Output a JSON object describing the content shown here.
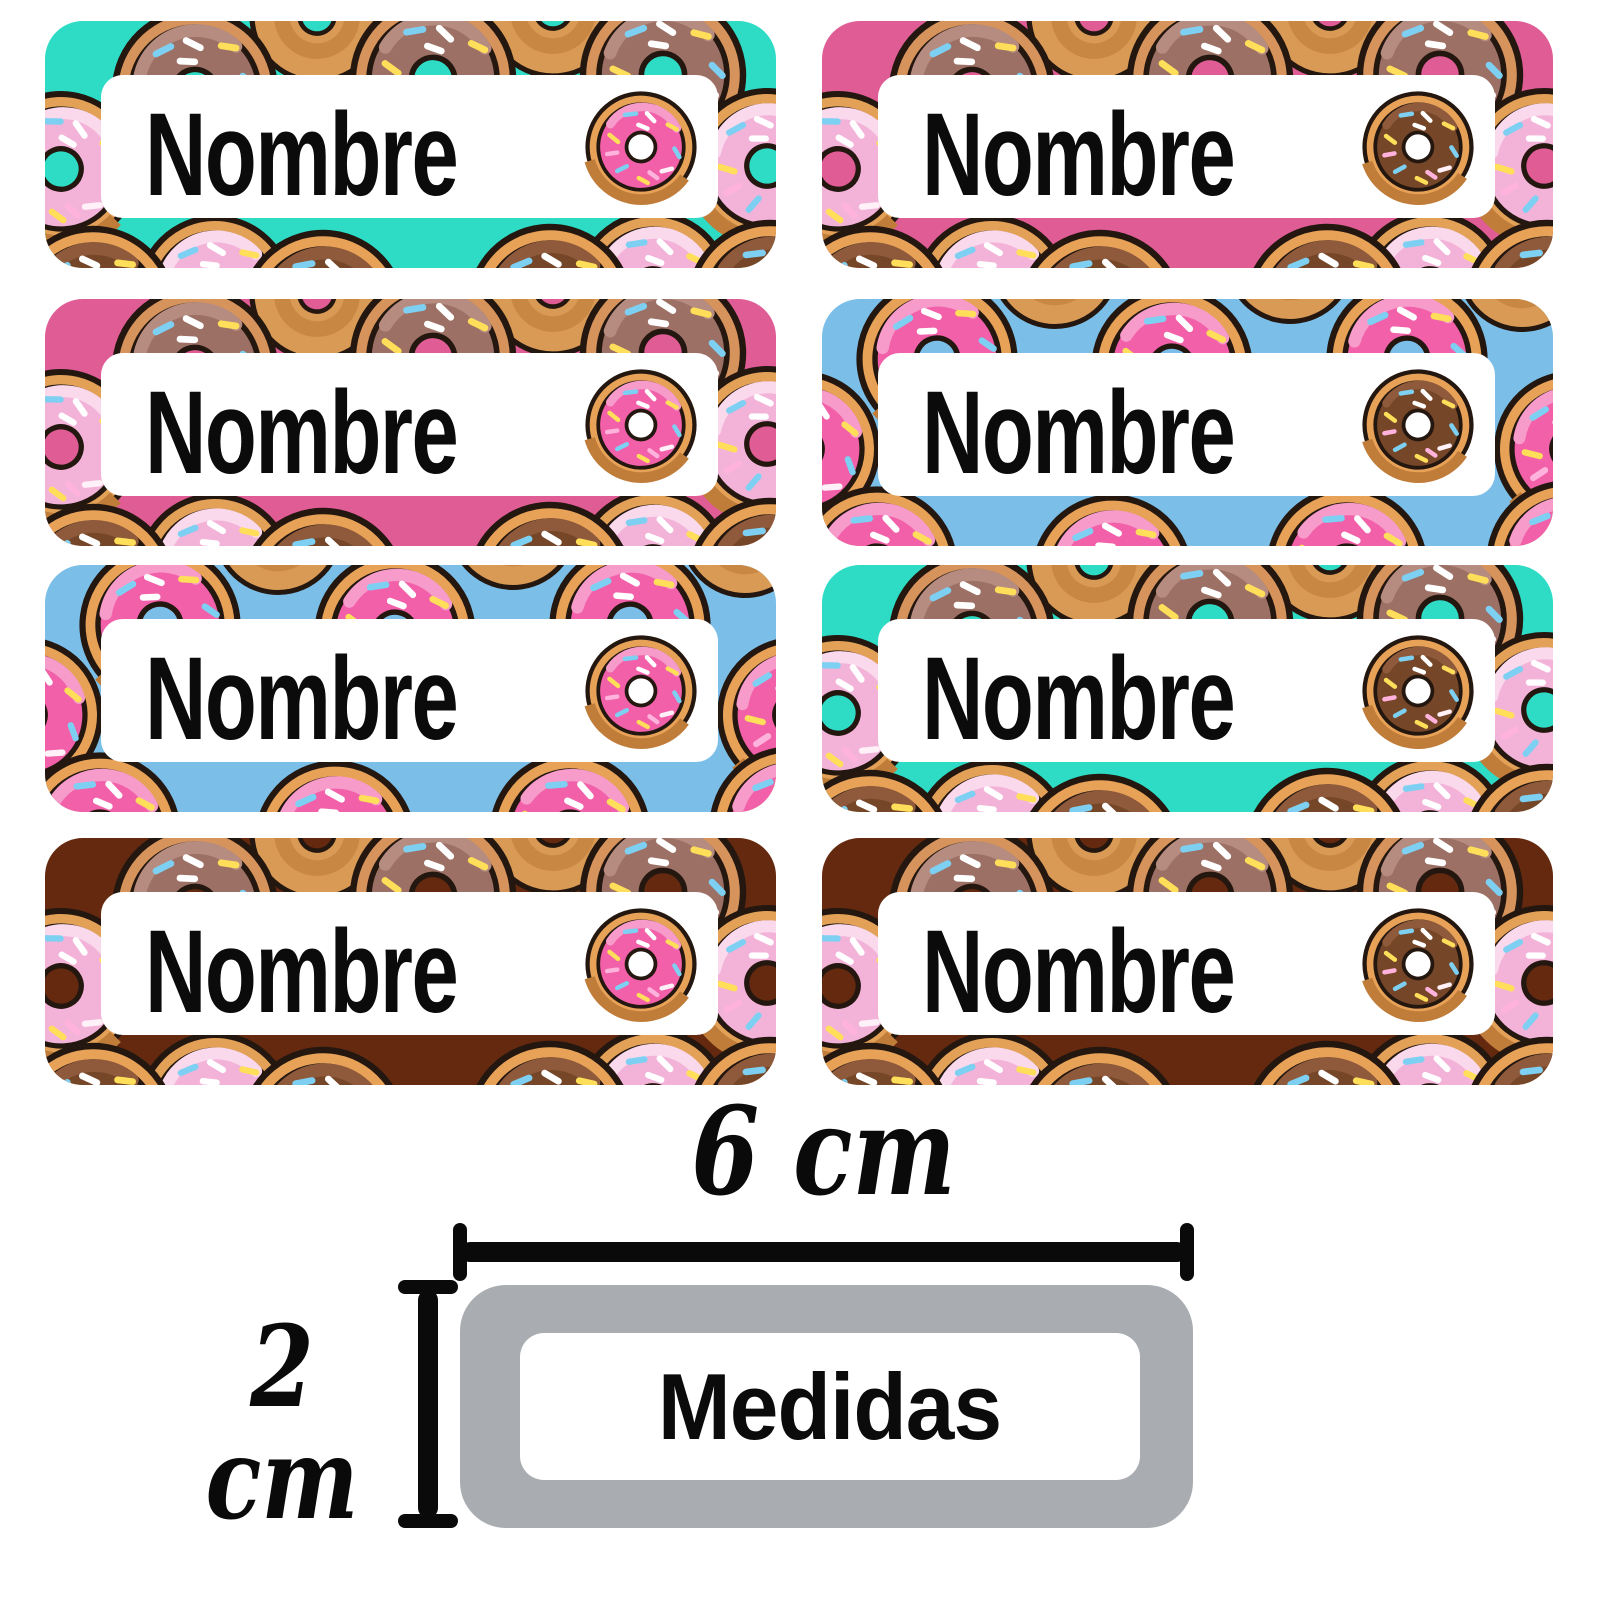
{
  "sheet": {
    "labels": [
      {
        "id": "teal-top-left",
        "text": "Nombre",
        "bg": "#2EDCC5",
        "pattern": "mixed-donuts",
        "icon": "pink-frosted-donut"
      },
      {
        "id": "pink-top-right",
        "text": "Nombre",
        "bg": "#E05C95",
        "pattern": "mixed-donuts",
        "icon": "chocolate-donut"
      },
      {
        "id": "pink-row2-left",
        "text": "Nombre",
        "bg": "#E05C95",
        "pattern": "mixed-donuts",
        "icon": "pink-frosted-donut"
      },
      {
        "id": "blue-row2-right",
        "text": "Nombre",
        "bg": "#7BBFE9",
        "pattern": "pink-donuts",
        "icon": "chocolate-donut"
      },
      {
        "id": "blue-row3-left",
        "text": "Nombre",
        "bg": "#7BBFE9",
        "pattern": "pink-donuts",
        "icon": "pink-frosted-donut"
      },
      {
        "id": "teal-row3-right",
        "text": "Nombre",
        "bg": "#2EDCC5",
        "pattern": "mixed-donuts",
        "icon": "chocolate-donut"
      },
      {
        "id": "brown-bottom-left",
        "text": "Nombre",
        "bg": "#64290F",
        "pattern": "mixed-donuts",
        "icon": "pink-frosted-donut"
      },
      {
        "id": "brown-bottom-right",
        "text": "Nombre",
        "bg": "#64290F",
        "pattern": "mixed-donuts",
        "icon": "chocolate-donut"
      }
    ]
  },
  "diagram": {
    "width_label": "6 cm",
    "height_label": "2 cm",
    "box_label": "Medidas",
    "box_color": "#A9ACB1",
    "line_color": "#0A0A0A"
  },
  "palette": {
    "teal": "#2EDCC5",
    "pink": "#E05C95",
    "blue": "#7BBFE9",
    "brown": "#64290F",
    "hot_pink_frosting": "#F160A8",
    "chocolate_frosting": "#754628",
    "mauve_frosting": "#9C7065",
    "light_pink_frosting": "#F3B3D9",
    "dough": "#E8A258"
  }
}
